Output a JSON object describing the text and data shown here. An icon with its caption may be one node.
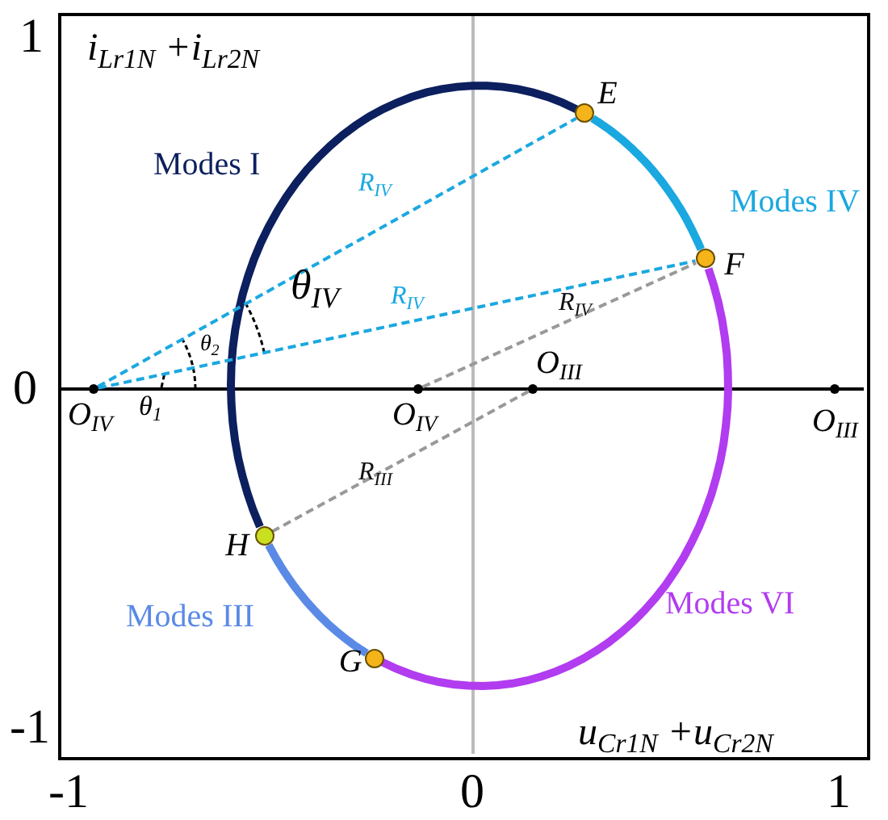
{
  "diagram": {
    "nodes": [
      {
        "text": [],
        "shape": "circle",
        "beside": [
          "O$_{IV}$"
        ]
      },
      {
        "text": [],
        "shape": "circle",
        "beside": [
          "E"
        ]
      },
      {
        "text": [],
        "shape": "circle",
        "beside": [
          "F"
        ]
      },
      {
        "text": [],
        "shape": "circle",
        "beside": [
          "G"
        ]
      },
      {
        "text": [],
        "shape": "circle",
        "beside": [
          "H"
        ]
      },
      {
        "text": [],
        "shape": "circle",
        "beside": [
          "O$_{IV}$"
        ]
      },
      {
        "text": [],
        "shape": "circle",
        "beside": [
          "O$_{III}$"
        ]
      },
      {
        "text": [],
        "shape": "circle",
        "beside": [
          "O$_{III}$"
        ]
      }
    ],
    "edges": [
      {
        "from": 4,
        "to": 1,
        "arrow": "none",
        "label": "Modes I",
        "style": "thick",
        "color": "#0c1f5e"
      },
      {
        "from": 1,
        "to": 2,
        "arrow": "none",
        "label": "Modes IV",
        "style": "thick",
        "color": "#1aa8e0"
      },
      {
        "from": 2,
        "to": 3,
        "arrow": "none",
        "label": "Modes VI",
        "style": "thick",
        "color": "#b13cf0"
      },
      {
        "from": 3,
        "to": 4,
        "arrow": "none",
        "label": "Modes III",
        "style": "thick",
        "color": "#5a8ae6"
      },
      {
        "from": 0,
        "to": 1,
        "arrow": "none",
        "label": "R$_{IV}$",
        "style": "dashed",
        "color": "#1aa8e0"
      },
      {
        "from": 0,
        "to": 2,
        "arrow": "none",
        "label": "R$_{IV}$",
        "style": "dashed",
        "color": "#1aa8e0"
      },
      {
        "from": 5,
        "to": 2,
        "arrow": "none",
        "label": "R$_{IV}$",
        "style": "dashed",
        "color": "#999999"
      },
      {
        "from": 6,
        "to": 4,
        "arrow": "none",
        "label": "R$_{III}$",
        "style": "dashed",
        "color": "#999999"
      }
    ],
    "labels": [
      "1",
      "i$_{Lr1N}$ +i$_{Lr2N}$",
      "θ$_{IV}$",
      "θ$_{2}$",
      "0",
      "θ$_{1}$",
      "-1",
      "u$_{Cr1N}$ +u$_{Cr2N}$",
      "-1",
      "0",
      "1"
    ]
  }
}
